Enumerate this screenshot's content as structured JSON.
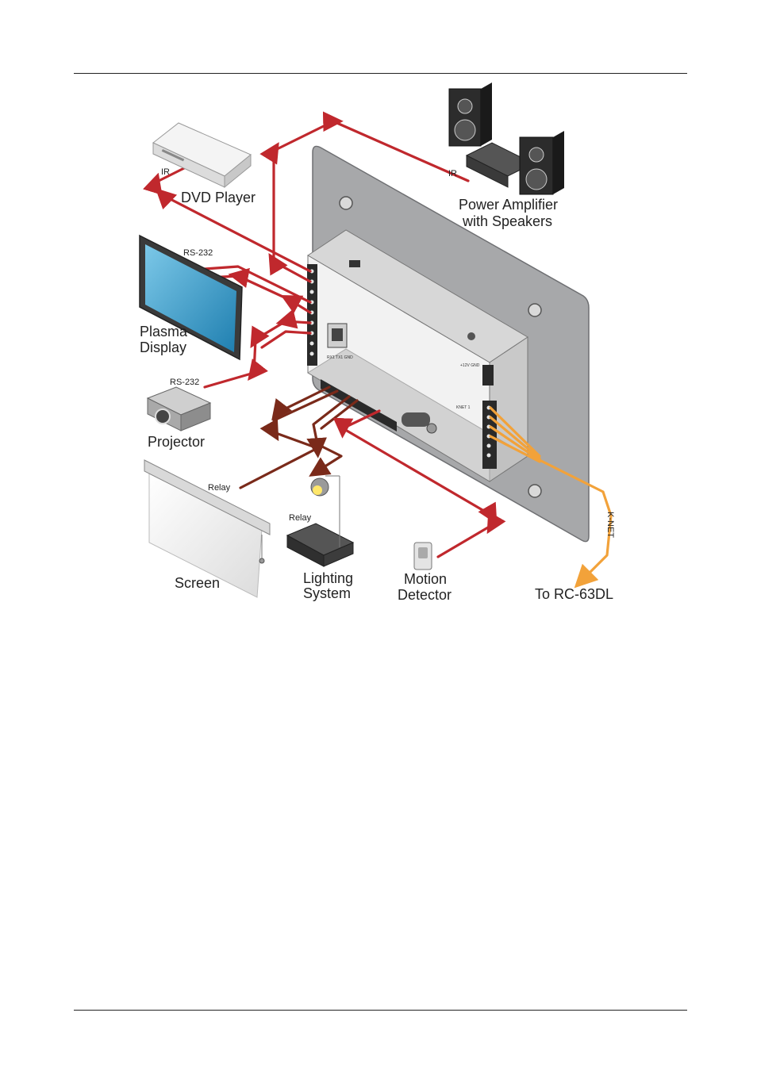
{
  "labels": {
    "dvd_player": "DVD Player",
    "ir_dvd": "IR",
    "ir_amp": "IR",
    "power_amp_1": "Power Amplifier",
    "power_amp_2": "with Speakers",
    "rs232_plasma": "RS-232",
    "plasma_1": "Plasma",
    "plasma_2": "Display",
    "rs232_projector": "RS-232",
    "projector": "Projector",
    "relay_screen": "Relay",
    "screen": "Screen",
    "relay_lighting": "Relay",
    "lighting_1": "Lighting",
    "lighting_2": "System",
    "motion_1": "Motion",
    "motion_2": "Detector",
    "knet": "K-NET",
    "to_rc": "To RC-63DL"
  },
  "colors": {
    "cable_red": "#c0282d",
    "cable_dark": "#7a2a1a",
    "cable_knet": "#f2a23a",
    "panel": "#a8a8aa",
    "device": "#ebebeb"
  }
}
